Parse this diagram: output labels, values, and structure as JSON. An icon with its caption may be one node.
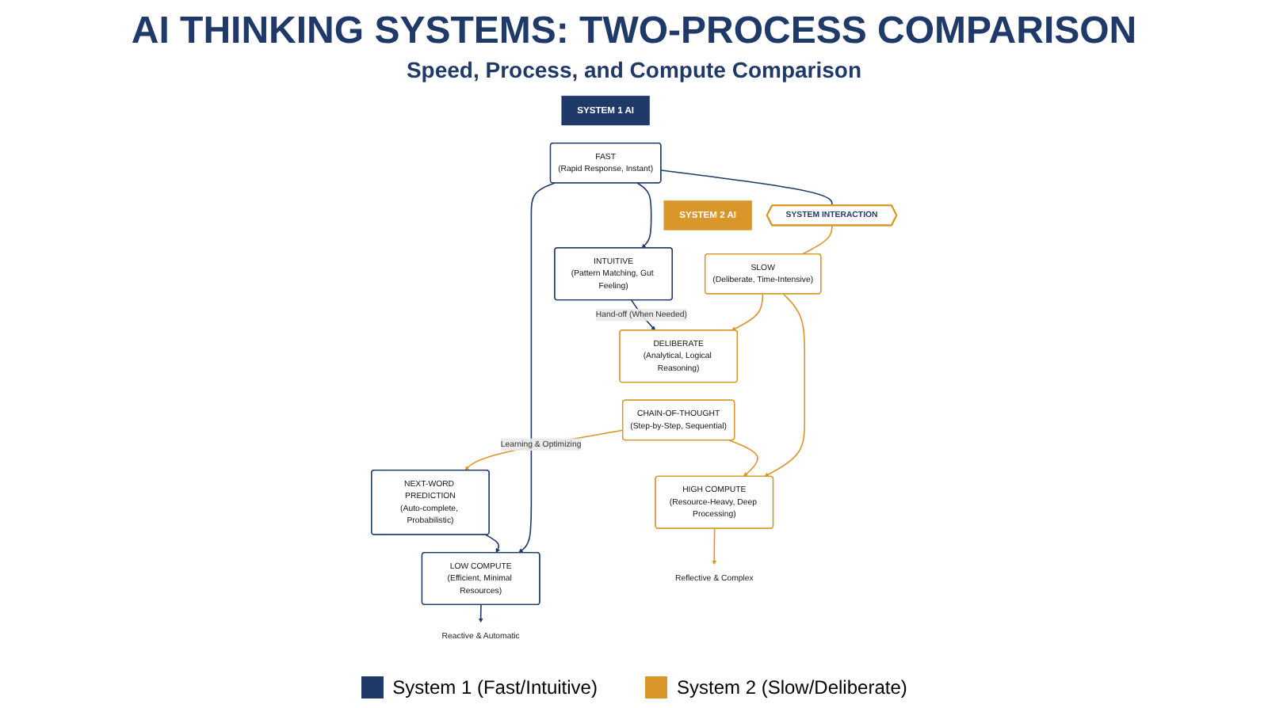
{
  "diagram": {
    "title": "AI THINKING SYSTEMS: TWO-PROCESS COMPARISON",
    "nodes": [
      {
        "text": [
          "SYSTEM 1 AI"
        ]
      },
      {
        "text": [
          "FAST",
          "(Rapid Response, Instant)"
        ]
      },
      {
        "text": [
          "INTUITIVE",
          "(Pattern Matching, Gut Feeling)"
        ]
      },
      {
        "text": [
          "NEXT-WORD PREDICTION",
          "(Auto-complete, Probabilistic)"
        ]
      },
      {
        "text": [
          "LOW COMPUTE",
          "(Efficient, Minimal Resources)"
        ]
      },
      {
        "text": [
          "Reactive & Automatic"
        ]
      },
      {
        "text": [
          "SYSTEM INTERACTION"
        ]
      },
      {
        "text": [
          "SYSTEM 2 AI"
        ]
      },
      {
        "text": [
          "SLOW",
          "(Deliberate, Time-Intensive)"
        ]
      },
      {
        "text": [
          "DELIBERATE",
          "(Analytical, Logical Reasoning)"
        ]
      },
      {
        "text": [
          "CHAIN-OF-THOUGHT",
          "(Step-by-Step, Sequential)"
        ]
      },
      {
        "text": [
          "HIGH COMPUTE",
          "(Resource-Heavy, Deep Processing)"
        ]
      },
      {
        "text": [
          "Reflective & Complex"
        ]
      }
    ],
    "edges": [
      {
        "from": 1,
        "to": 2,
        "arrow": "to",
        "color": "#1f3a68"
      },
      {
        "from": 1,
        "to": 4,
        "arrow": "to",
        "color": "#1f3a68"
      },
      {
        "from": 3,
        "to": 4,
        "arrow": "to",
        "color": "#1f3a68"
      },
      {
        "from": 4,
        "to": 5,
        "arrow": "to",
        "color": "#1f3a68"
      },
      {
        "from": 1,
        "to": 6,
        "arrow": "none",
        "color": "#1f3a68"
      },
      {
        "from": 6,
        "to": 8,
        "arrow": "none",
        "color": "#d9962b"
      },
      {
        "from": 8,
        "to": 9,
        "arrow": "to",
        "color": "#d9962b"
      },
      {
        "from": 8,
        "to": 11,
        "arrow": "to",
        "color": "#d9962b"
      },
      {
        "from": 10,
        "to": 11,
        "arrow": "to",
        "color": "#d9962b"
      },
      {
        "from": 11,
        "to": 12,
        "arrow": "to",
        "color": "#d9962b"
      },
      {
        "from": 2,
        "to": 9,
        "label": "Hand-off (When Needed)",
        "arrow": "to",
        "color": "#1f3a68"
      },
      {
        "from": 10,
        "to": 3,
        "label": "Learning & Optimizing",
        "arrow": "to",
        "color": "#d9962b"
      }
    ],
    "labels": [
      "Speed, Process, and Compute Comparison"
    ],
    "legend": [
      {
        "text": "System 1 (Fast/Intuitive)",
        "color": "#1f3a68"
      },
      {
        "text": "System 2 (Slow/Deliberate)",
        "color": "#d9962b"
      }
    ]
  }
}
